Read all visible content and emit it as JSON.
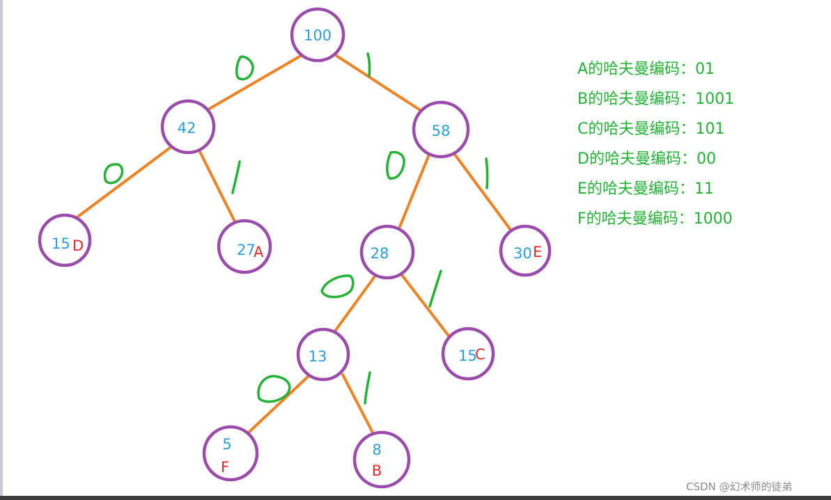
{
  "tree": {
    "nodes": [
      {
        "id": "n100",
        "weight": "100",
        "letter": ""
      },
      {
        "id": "n42",
        "weight": "42",
        "letter": ""
      },
      {
        "id": "n58",
        "weight": "58",
        "letter": ""
      },
      {
        "id": "n15d",
        "weight": "15",
        "letter": "D"
      },
      {
        "id": "n27a",
        "weight": "27",
        "letter": "A"
      },
      {
        "id": "n28",
        "weight": "28",
        "letter": ""
      },
      {
        "id": "n30e",
        "weight": "30",
        "letter": "E"
      },
      {
        "id": "n13",
        "weight": "13",
        "letter": ""
      },
      {
        "id": "n15c",
        "weight": "15",
        "letter": "C"
      },
      {
        "id": "n5f",
        "weight": "5",
        "letter": "F"
      },
      {
        "id": "n8b",
        "weight": "8",
        "letter": "B"
      }
    ],
    "edges": [
      {
        "from": "n100",
        "to": "n42",
        "bit": "0"
      },
      {
        "from": "n100",
        "to": "n58",
        "bit": "1"
      },
      {
        "from": "n42",
        "to": "n15d",
        "bit": "0"
      },
      {
        "from": "n42",
        "to": "n27a",
        "bit": "1"
      },
      {
        "from": "n58",
        "to": "n28",
        "bit": "0"
      },
      {
        "from": "n58",
        "to": "n30e",
        "bit": "1"
      },
      {
        "from": "n28",
        "to": "n13",
        "bit": "0"
      },
      {
        "from": "n28",
        "to": "n15c",
        "bit": "1"
      },
      {
        "from": "n13",
        "to": "n5f",
        "bit": "0"
      },
      {
        "from": "n13",
        "to": "n8b",
        "bit": "1"
      }
    ]
  },
  "codes": [
    {
      "letter": "A",
      "text": "A的哈夫曼编码：01"
    },
    {
      "letter": "B",
      "text": "B的哈夫曼编码：1001"
    },
    {
      "letter": "C",
      "text": "C的哈夫曼编码：101"
    },
    {
      "letter": "D",
      "text": "D的哈夫曼编码：00"
    },
    {
      "letter": "E",
      "text": "E的哈夫曼编码：11"
    },
    {
      "letter": "F",
      "text": "F的哈夫曼编码：1000"
    }
  ],
  "watermark": "CSDN @幻术师的徒弟",
  "colors": {
    "edge": "#f08223",
    "node_border": "#9b4bab",
    "weight_text": "#2a9ddc",
    "leaf_letter": "#e8262b",
    "bit_label": "#22b234",
    "codes_text": "#22b234"
  }
}
